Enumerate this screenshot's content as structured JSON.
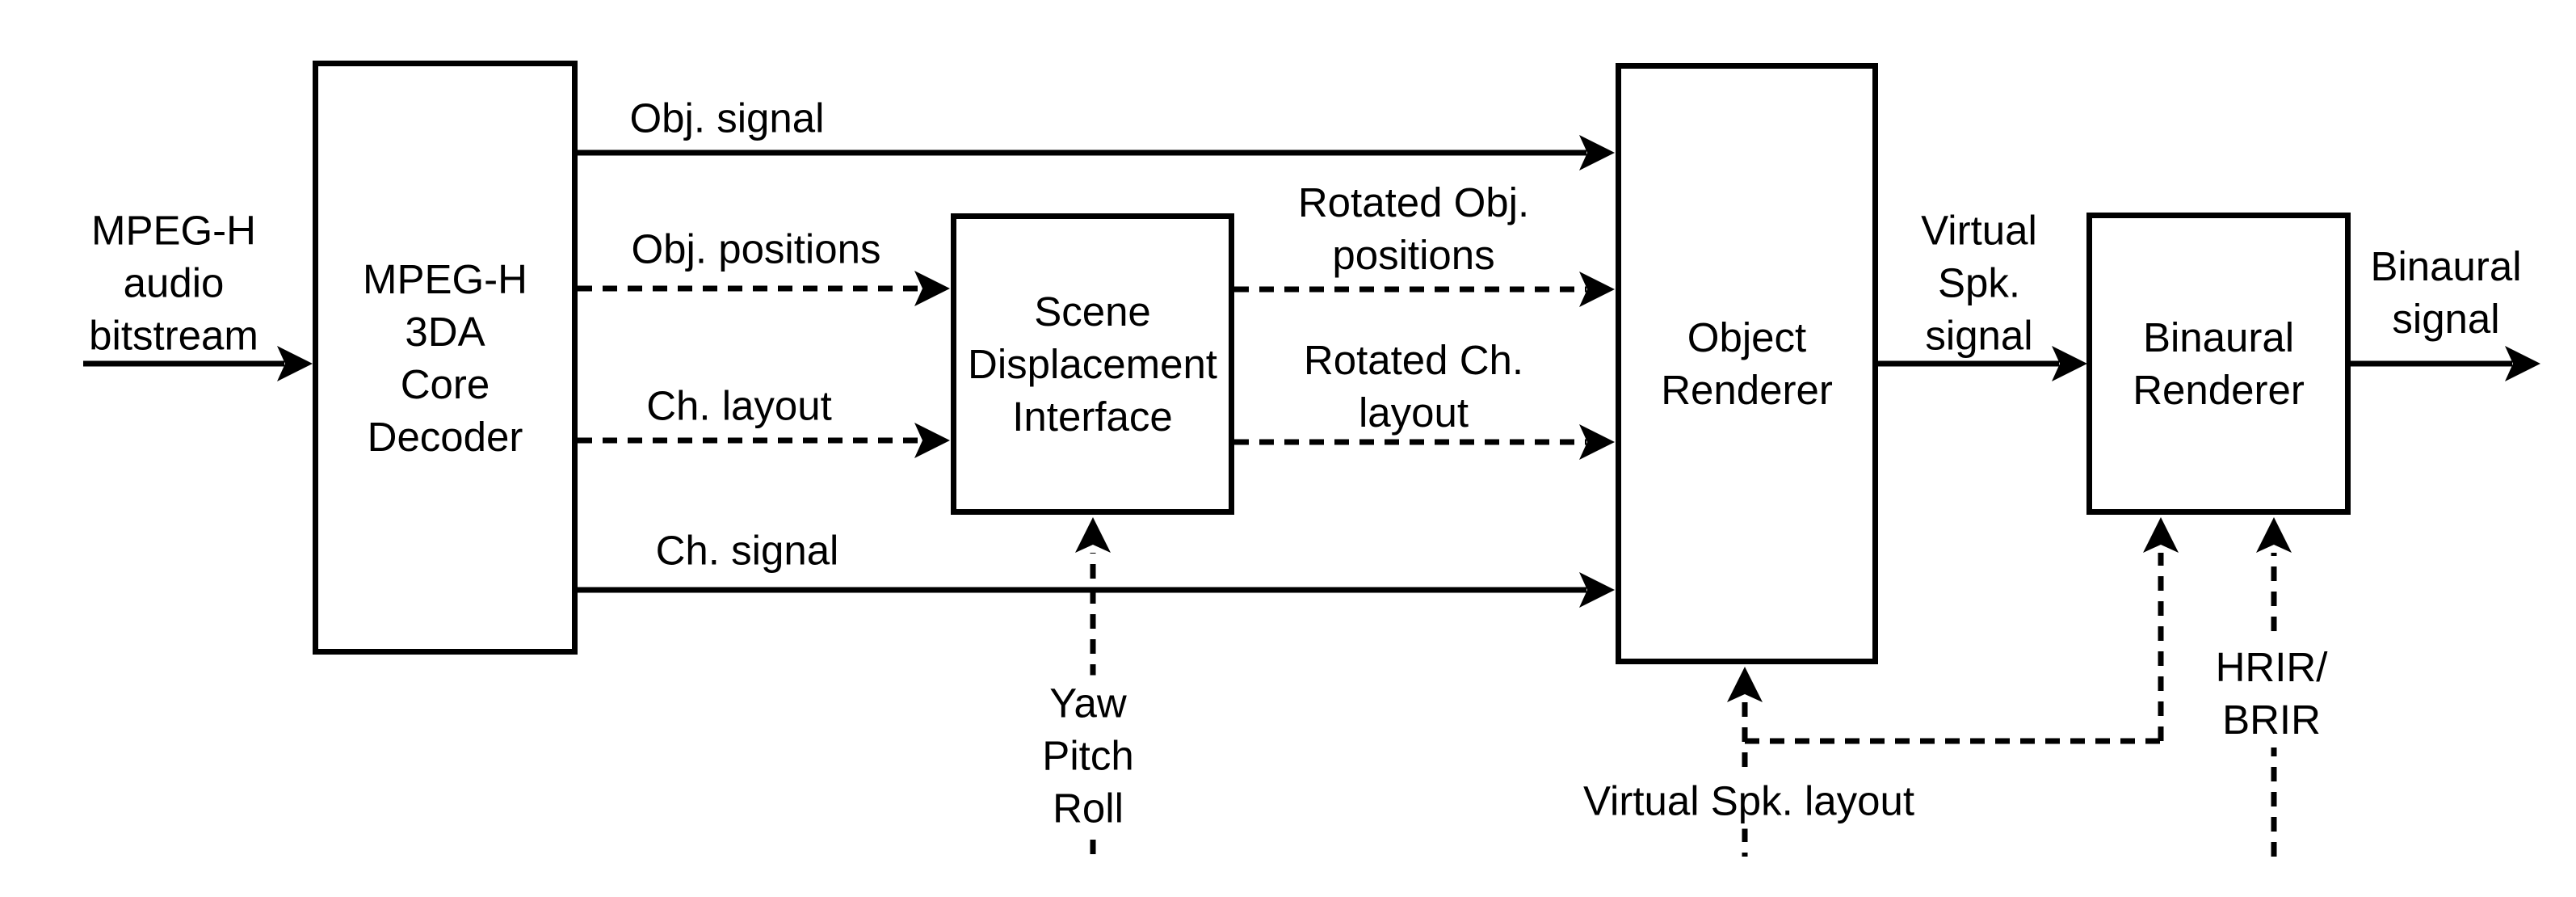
{
  "figure": {
    "type": "block-diagram",
    "title": "MPEG-H 3D audio binaural rendering signal flow"
  },
  "colors": {
    "ink": "#000000",
    "paper": "#ffffff"
  },
  "boxes": {
    "core_decoder": "MPEG-H\n3DA\nCore\nDecoder",
    "scene_displacement": "Scene\nDisplacement\nInterface",
    "object_renderer": "Object\nRenderer",
    "binaural_renderer": "Binaural\nRenderer"
  },
  "labels": {
    "input": "MPEG-H\naudio\nbitstream",
    "obj_signal": "Obj. signal",
    "obj_positions": "Obj. positions",
    "ch_layout": "Ch. layout",
    "ch_signal": "Ch. signal",
    "rotated_obj_positions": "Rotated Obj.\npositions",
    "rotated_ch_layout": "Rotated Ch.\nlayout",
    "virtual_spk_signal": "Virtual\nSpk.\nsignal",
    "binaural_signal": "Binaural\nsignal",
    "yaw_pitch_roll": "Yaw\nPitch\nRoll",
    "virtual_spk_layout": "Virtual Spk. layout",
    "hrir_brir": "HRIR/\nBRIR"
  }
}
